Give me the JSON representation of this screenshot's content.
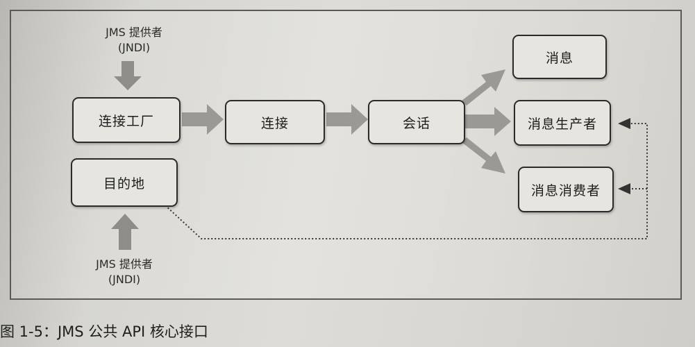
{
  "diagram": {
    "provider_top": {
      "name": "JMS 提供者",
      "sub": "(JNDI)"
    },
    "provider_bottom": {
      "name": "JMS 提供者",
      "sub": "(JNDI)"
    },
    "nodes": {
      "connection_factory": "连接工厂",
      "destination": "目的地",
      "connection": "连接",
      "session": "会话",
      "message": "消息",
      "message_producer": "消息生产者",
      "message_consumer": "消息消费者"
    },
    "caption": "图 1-5：JMS 公共 API 核心接口"
  }
}
